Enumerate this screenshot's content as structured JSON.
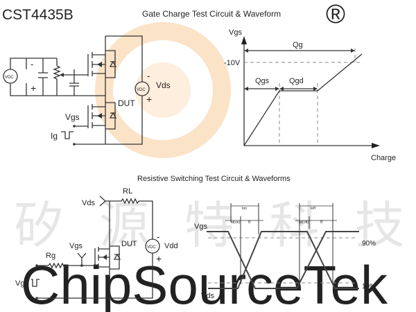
{
  "part_number": "CST4435B",
  "watermark": {
    "cn": "矽 源 特 科 技",
    "en": "ChipSourceTek",
    "registered": "®"
  },
  "gate_charge": {
    "title": "Gate Charge Test Circuit & Waveform",
    "circuit": {
      "vdc": "VDC",
      "minus": "-",
      "plus": "+",
      "vds": "Vds",
      "dut": "DUT",
      "vgs": "Vgs",
      "ig": "Ig"
    },
    "waveform": {
      "y_label": "Vgs",
      "x_label": "Charge",
      "level": "-10V",
      "qg": "Qg",
      "qgs": "Qgs",
      "qgd": "Qgd"
    }
  },
  "switching": {
    "title": "Resistive Switching Test Circuit & Waveforms",
    "circuit": {
      "vds": "Vds",
      "rl": "RL",
      "dut": "DUT",
      "vdd": "Vdd",
      "vdc": "VDC",
      "minus": "-",
      "plus": "+",
      "vgs": "Vgs",
      "rg": "Rg",
      "vgs_pulse": "Vgs"
    },
    "waveform": {
      "vgs": "Vgs",
      "vds": "Vds",
      "p90": "90%",
      "p10": "10%",
      "ton": "ton",
      "toff": "toff",
      "tdon": "td(on)",
      "tr": "tr",
      "tdoff": "td(off)",
      "tf": "tf"
    }
  }
}
